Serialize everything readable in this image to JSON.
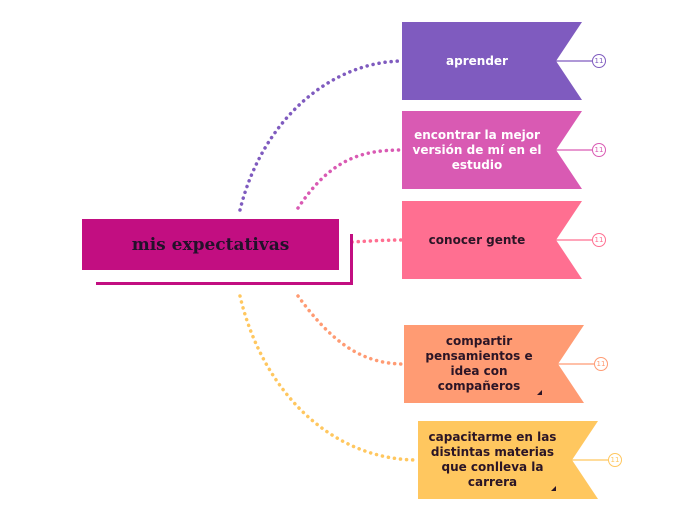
{
  "central": {
    "label": "mis expectativas",
    "color": "#c20e81"
  },
  "topics": [
    {
      "label": "aprender",
      "color": "#7f5bbf",
      "badge": "11"
    },
    {
      "label": "encontrar la mejor versión de mí en el estudio",
      "color": "#d95ab3",
      "badge": "11"
    },
    {
      "label": "conocer gente",
      "color": "#ff6f91",
      "badge": "11"
    },
    {
      "label": "compartir pensamientos e idea con compañeros",
      "color": "#ff9b73",
      "badge": "11"
    },
    {
      "label": "capacitarme en las distintas materias que conlleva la carrera",
      "color": "#ffc75f",
      "badge": "11"
    }
  ]
}
